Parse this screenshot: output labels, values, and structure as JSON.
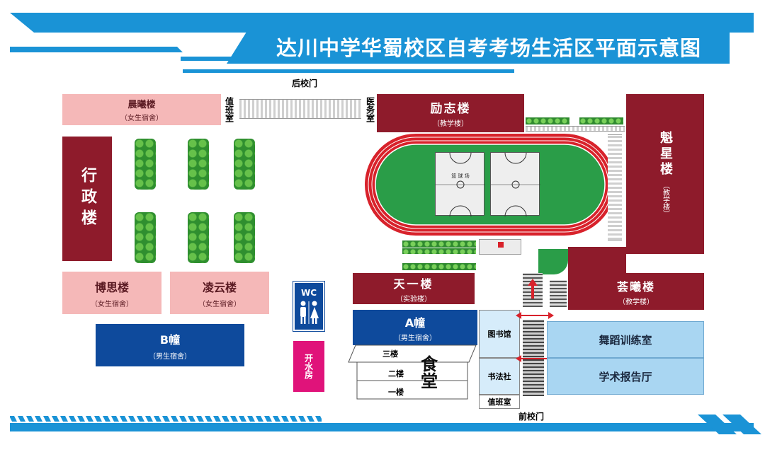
{
  "title": "达川中学华蜀校区自考考场生活区平面示意图",
  "gates": {
    "back": "后校门",
    "front": "前校门"
  },
  "rooms": {
    "duty_top": "值班室",
    "medical": "医务室",
    "duty_bottom": "值班室",
    "library": "图书馆",
    "calligraphy": "书法社",
    "dance": "舞蹈训练室",
    "lecture": "学术报告厅",
    "wc": "WC",
    "water": "开水房"
  },
  "buildings": {
    "chenxi": {
      "name": "晨曦楼",
      "sub": "（女生宿舍）"
    },
    "xingzheng": {
      "name": "行政楼"
    },
    "bosi": {
      "name": "博思楼",
      "sub": "（女生宿舍）"
    },
    "lingyun": {
      "name": "凌云楼",
      "sub": "（女生宿舍）"
    },
    "b": {
      "name": "B幢",
      "sub": "（男生宿舍）"
    },
    "lizhi": {
      "name": "励志楼",
      "sub": "（教学楼）"
    },
    "kuixing": {
      "name": "魁星楼",
      "sub": "（教学楼）"
    },
    "tianyi": {
      "name": "天一楼",
      "sub": "（实验楼）"
    },
    "huixi": {
      "name": "荟曦楼",
      "sub": "（教学楼）"
    },
    "a": {
      "name": "A幢",
      "sub": "（男生宿舍）"
    },
    "canteen": {
      "name": "食堂",
      "floors": [
        "三楼",
        "二楼",
        "一楼"
      ]
    }
  },
  "court_label": "篮 球 场",
  "colors": {
    "maroon": "#8e1b2b",
    "pink": "#f5b8b8",
    "navy": "#0e4a9c",
    "light_blue": "#a9d6f2",
    "banner_blue": "#1a93d6",
    "track_red": "#d8222b",
    "field_green": "#2a9d48",
    "wc_magenta": "#e0137a"
  }
}
